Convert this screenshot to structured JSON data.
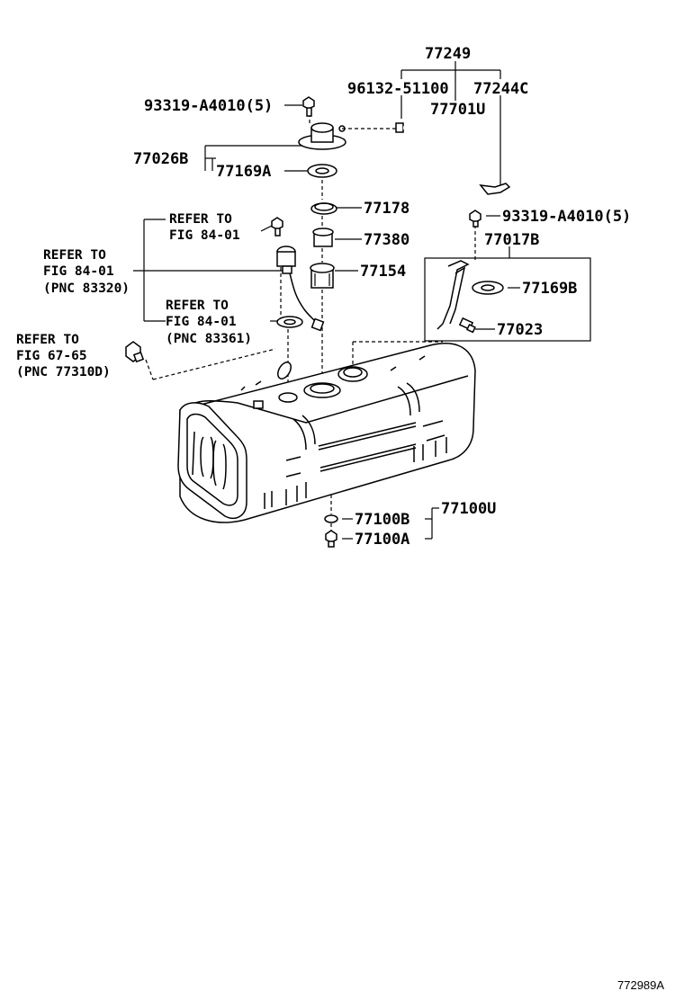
{
  "diagram_code": "772989A",
  "labels": {
    "p77249": "77249",
    "p96132": "96132-51100",
    "p77244c": "77244C",
    "p77701u": "77701U",
    "p93319_top": "93319-A4010(5)",
    "p77026b": "77026B",
    "p77169a": "77169A",
    "p77178": "77178",
    "p93319_right": "93319-A4010(5)",
    "p77380": "77380",
    "p77017b": "77017B",
    "p77154": "77154",
    "p77169b": "77169B",
    "p77023": "77023",
    "p77100b": "77100B",
    "p77100u": "77100U",
    "p77100a": "77100A"
  },
  "refs": {
    "ref1": {
      "line1": "REFER TO",
      "line2": "FIG 84-01"
    },
    "ref2": {
      "line1": "REFER TO",
      "line2": "FIG 84-01",
      "line3": "(PNC 83320)"
    },
    "ref3": {
      "line1": "REFER TO",
      "line2": "FIG 84-01",
      "line3": "(PNC 83361)"
    },
    "ref4": {
      "line1": "REFER TO",
      "line2": "FIG 67-65",
      "line3": "(PNC 77310D)"
    }
  }
}
